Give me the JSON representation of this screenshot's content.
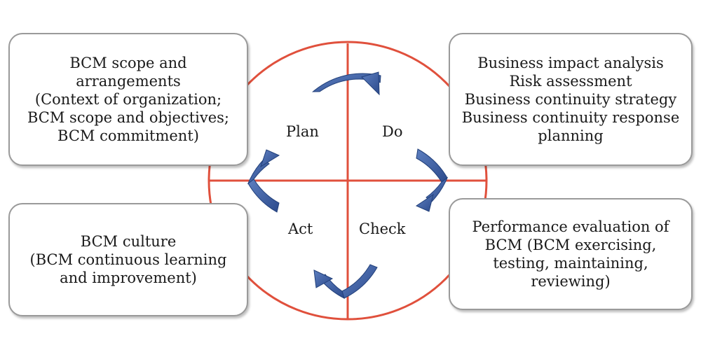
{
  "cycle": {
    "plan": "Plan",
    "do": "Do",
    "check": "Check",
    "act": "Act"
  },
  "boxes": {
    "plan": [
      "BCM scope and",
      "arrangements",
      "(Context of organization;",
      "BCM scope and objectives;",
      "BCM commitment)"
    ],
    "do": [
      "Business impact analysis",
      "Risk assessment",
      "Business continuity strategy",
      "Business continuity response",
      "planning"
    ],
    "check": [
      "Performance evaluation of",
      "BCM (BCM exercising,",
      "testing, maintaining,",
      "reviewing)"
    ],
    "act": [
      "BCM culture",
      "(BCM continuous learning",
      "and improvement)"
    ]
  },
  "colors": {
    "circle": "#e0503c",
    "arrow": "#3b5aa0",
    "box_border": "#9a9a9a"
  }
}
